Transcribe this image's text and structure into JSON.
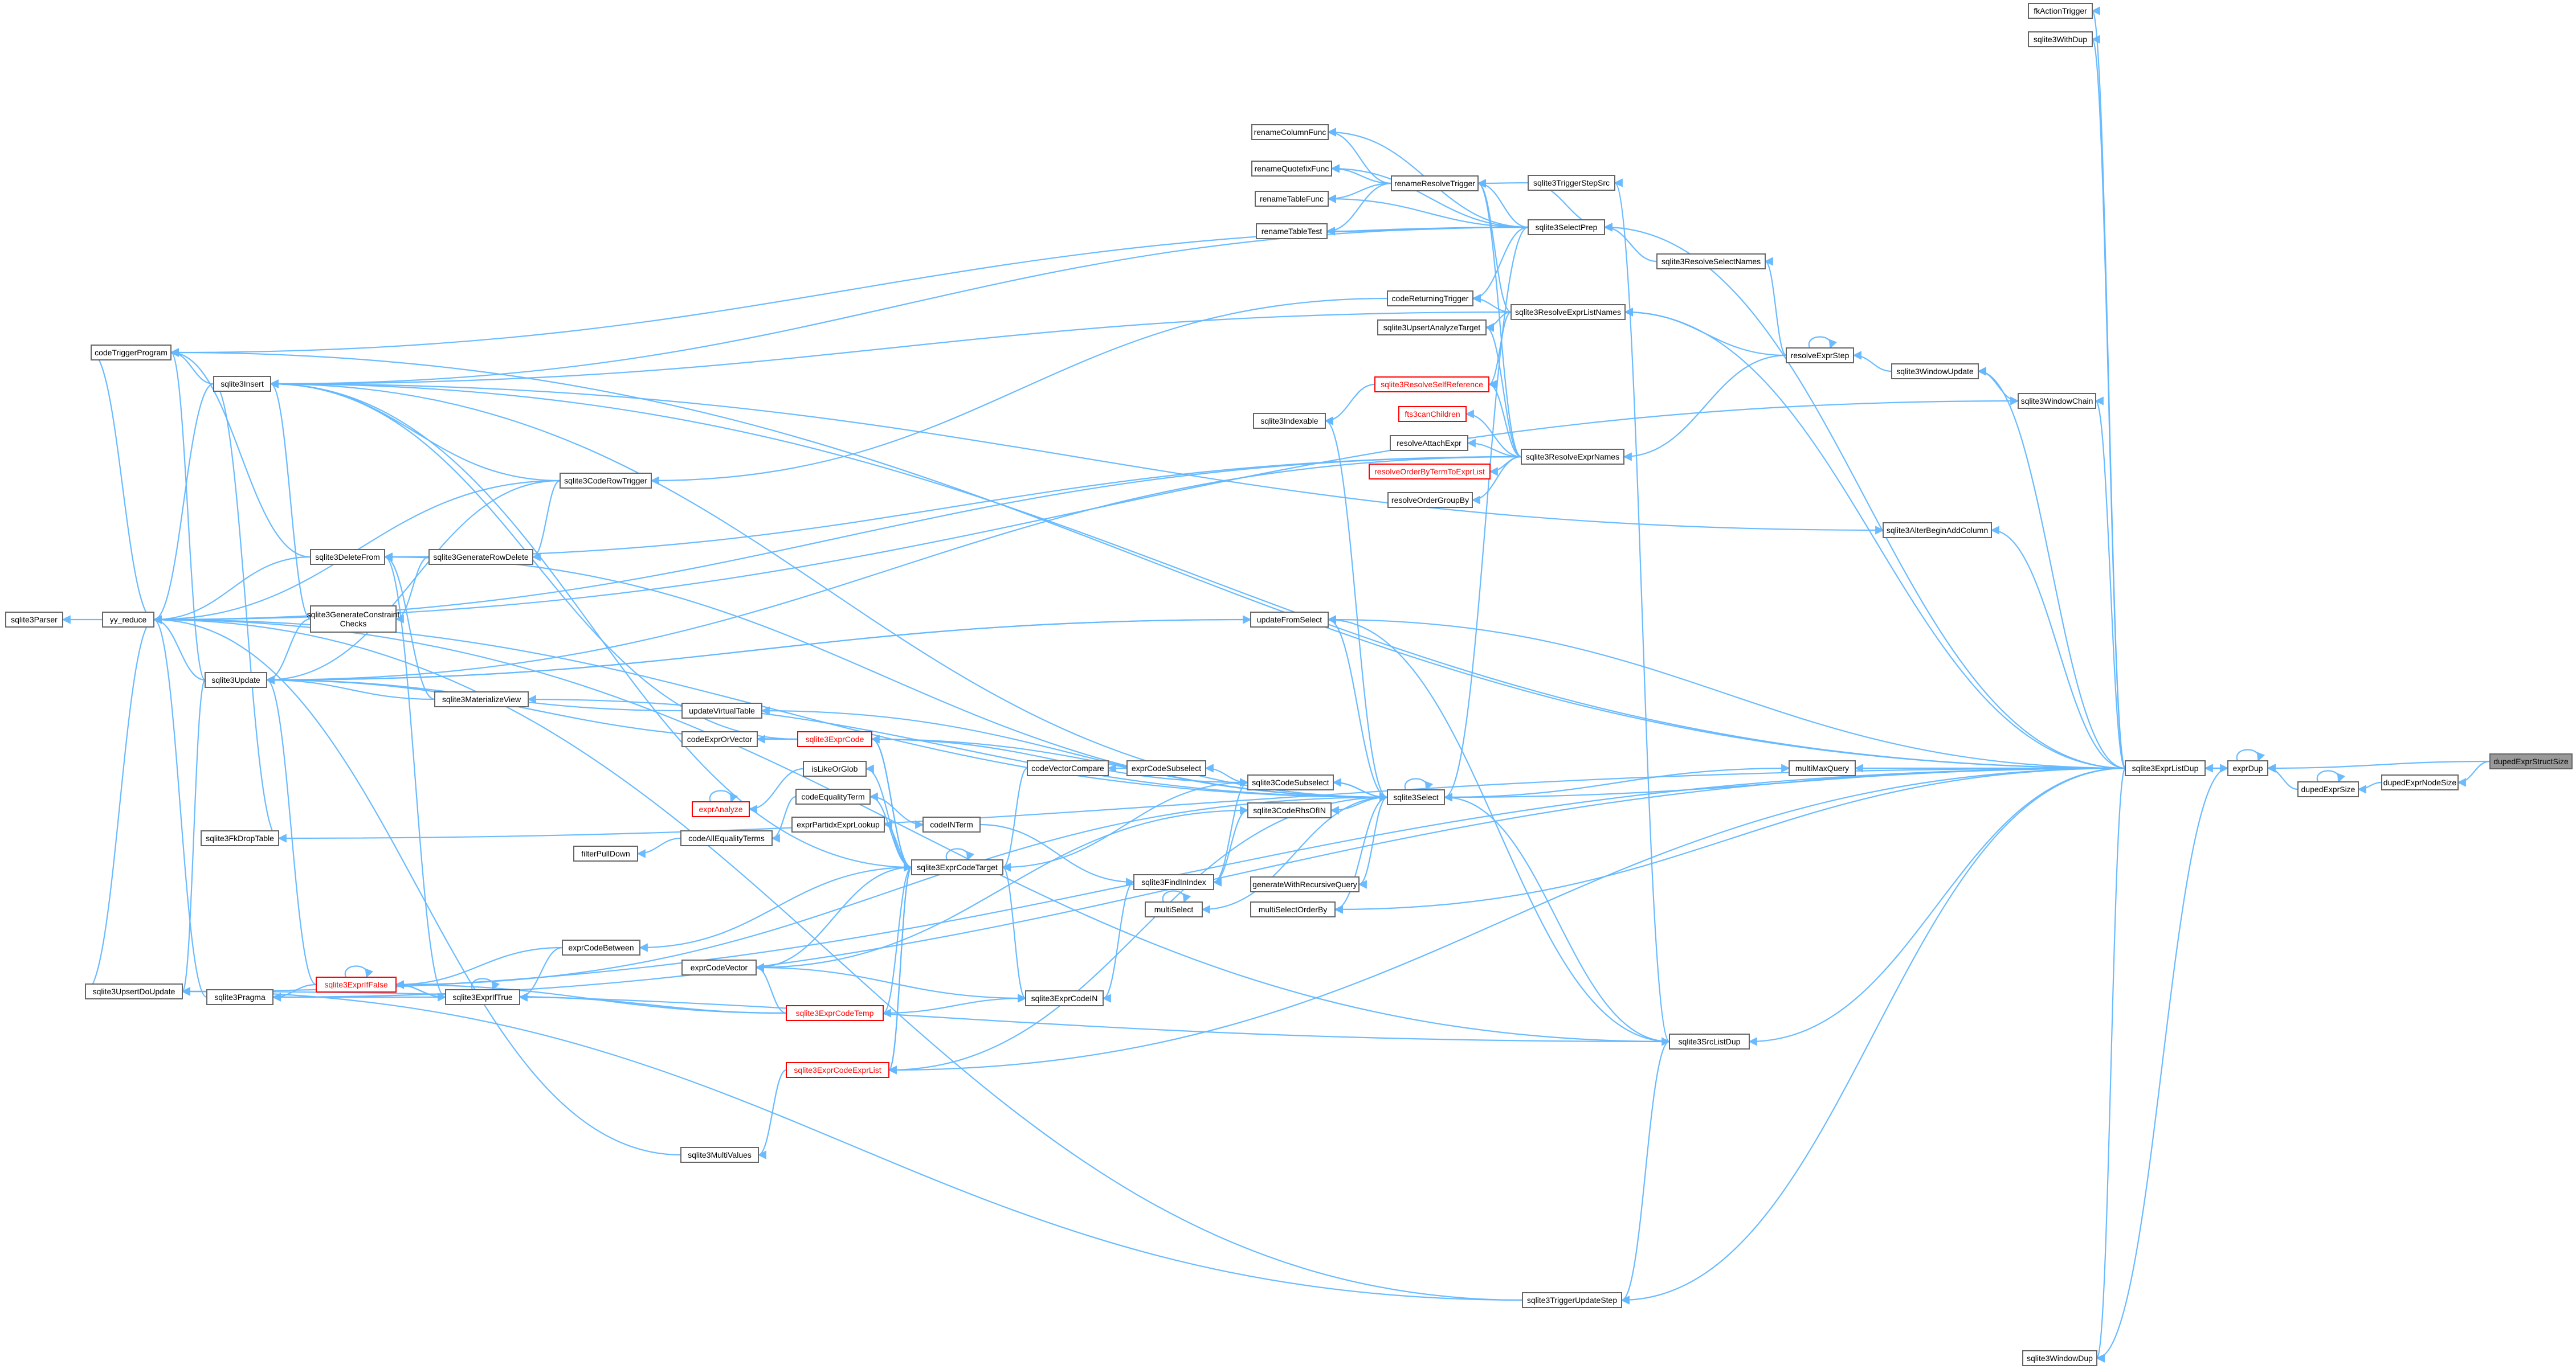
{
  "colors": {
    "edge": "#63b8ff",
    "node_border": "#666666",
    "highlight_border": "#ff0000",
    "highlight_text": "#ff0000",
    "root_fill": "#999999"
  },
  "nodes": [
    {
      "id": "dupedExprStructSize",
      "label": "dupedExprStructSize",
      "kind": "root"
    },
    {
      "id": "dupedExprNodeSize",
      "label": "dupedExprNodeSize"
    },
    {
      "id": "dupedExprSize",
      "label": "dupedExprSize"
    },
    {
      "id": "exprDup",
      "label": "exprDup"
    },
    {
      "id": "sqlite3ExprListDup",
      "label": "sqlite3ExprListDup"
    },
    {
      "id": "fkActionTrigger",
      "label": "fkActionTrigger"
    },
    {
      "id": "sqlite3WithDup",
      "label": "sqlite3WithDup"
    },
    {
      "id": "sqlite3WindowDup",
      "label": "sqlite3WindowDup"
    },
    {
      "id": "sqlite3TriggerStepSrc",
      "label": "sqlite3TriggerStepSrc"
    },
    {
      "id": "renameColumnFunc",
      "label": "renameColumnFunc"
    },
    {
      "id": "renameQuotefixFunc",
      "label": "renameQuotefixFunc"
    },
    {
      "id": "renameResolveTrigger",
      "label": "renameResolveTrigger"
    },
    {
      "id": "renameTableFunc",
      "label": "renameTableFunc"
    },
    {
      "id": "renameTableTest",
      "label": "renameTableTest"
    },
    {
      "id": "sqlite3SelectPrep",
      "label": "sqlite3SelectPrep"
    },
    {
      "id": "sqlite3ResolveSelectNames",
      "label": "sqlite3ResolveSelectNames"
    },
    {
      "id": "codeReturningTrigger",
      "label": "codeReturningTrigger"
    },
    {
      "id": "sqlite3ResolveExprListNames",
      "label": "sqlite3ResolveExprListNames"
    },
    {
      "id": "sqlite3UpsertAnalyzeTarget",
      "label": "sqlite3UpsertAnalyzeTarget"
    },
    {
      "id": "resolveExprStep",
      "label": "resolveExprStep"
    },
    {
      "id": "sqlite3WindowUpdate",
      "label": "sqlite3WindowUpdate"
    },
    {
      "id": "sqlite3WindowChain",
      "label": "sqlite3WindowChain"
    },
    {
      "id": "codeTriggerProgram",
      "label": "codeTriggerProgram"
    },
    {
      "id": "sqlite3Insert",
      "label": "sqlite3Insert"
    },
    {
      "id": "sqlite3ResolveSelfReference",
      "label": "sqlite3ResolveSelfReference",
      "kind": "highlight"
    },
    {
      "id": "sqlite3IndexedTable",
      "label": "sqlite3Indexable"
    },
    {
      "id": "fts5",
      "label": "fts3canChildren",
      "kind": "highlight"
    },
    {
      "id": "resolveAttachExpr",
      "label": "resolveAttachExpr"
    },
    {
      "id": "sqlite3ResolveExprNames",
      "label": "sqlite3ResolveExprNames"
    },
    {
      "id": "resolveOrderByTermToExprList",
      "label": "resolveOrderByTermToExprList",
      "kind": "highlight"
    },
    {
      "id": "resolveOrderGroupBy",
      "label": "resolveOrderGroupBy"
    },
    {
      "id": "sqlite3CodeRowTrigger",
      "label": "sqlite3CodeRowTrigger"
    },
    {
      "id": "sqlite3DeleteFrom",
      "label": "sqlite3DeleteFrom"
    },
    {
      "id": "sqlite3GenerateRowDelete",
      "label": "sqlite3GenerateRowDelete"
    },
    {
      "id": "sqlite3AlterBeginAddColumn",
      "label": "sqlite3AlterBeginAddColumn"
    },
    {
      "id": "sqlite3Parser",
      "label": "sqlite3Parser"
    },
    {
      "id": "yy_reduce",
      "label": "yy_reduce"
    },
    {
      "id": "sqlite3GenerateConstraintChecks",
      "label": "sqlite3GenerateConstraint\nChecks"
    },
    {
      "id": "updateFromSelect",
      "label": "updateFromSelect"
    },
    {
      "id": "sqlite3Update",
      "label": "sqlite3Update"
    },
    {
      "id": "sqlite3MaterializeView",
      "label": "sqlite3MaterializeView"
    },
    {
      "id": "updateVirtualTable",
      "label": "updateVirtualTable"
    },
    {
      "id": "codeExprOrVector",
      "label": "codeExprOrVector"
    },
    {
      "id": "sqlite3ExprCode",
      "label": "sqlite3ExprCode",
      "kind": "highlight"
    },
    {
      "id": "isLikeOrGlob",
      "label": "isLikeOrGlob"
    },
    {
      "id": "exprAnalyze",
      "label": "exprAnalyze",
      "kind": "highlight"
    },
    {
      "id": "codeVectorCompare",
      "label": "codeVectorCompare"
    },
    {
      "id": "exprCodeSubselect",
      "label": "exprCodeSubselect"
    },
    {
      "id": "sqlite3CodeSubselect",
      "label": "sqlite3CodeSubselect"
    },
    {
      "id": "multiMaxQuery",
      "label": "multiMaxQuery"
    },
    {
      "id": "sqlite3Select",
      "label": "sqlite3Select"
    },
    {
      "id": "codeEqualityTerm",
      "label": "codeEqualityTerm"
    },
    {
      "id": "sqlite3CodeRhsOfIN",
      "label": "sqlite3CodeRhsOfIN"
    },
    {
      "id": "codeAllEqualityTerms",
      "label": "codeAllEqualityTerms"
    },
    {
      "id": "exprPartidxExprLookup",
      "label": "exprPartidxExprLookup"
    },
    {
      "id": "codeINTerm",
      "label": "codeINTerm"
    },
    {
      "id": "filterPullDown",
      "label": "filterPullDown"
    },
    {
      "id": "sqlite3ExprCodeTarget",
      "label": "sqlite3ExprCodeTarget"
    },
    {
      "id": "sqlite3FkDropTable",
      "label": "sqlite3FkDropTable"
    },
    {
      "id": "sqlite3FindInIndex",
      "label": "sqlite3FindInIndex"
    },
    {
      "id": "generateWithRecursiveQuery",
      "label": "generateWithRecursiveQuery"
    },
    {
      "id": "multiSelect",
      "label": "multiSelect"
    },
    {
      "id": "multiSelectOrderBy",
      "label": "multiSelectOrderBy"
    },
    {
      "id": "exprCodeBetween",
      "label": "exprCodeBetween"
    },
    {
      "id": "sqlite3UpsertDoUpdate",
      "label": "sqlite3UpsertDoUpdate"
    },
    {
      "id": "sqlite3Pragma",
      "label": "sqlite3Pragma"
    },
    {
      "id": "sqlite3ExprIfFalse",
      "label": "sqlite3ExprIfFalse",
      "kind": "highlight"
    },
    {
      "id": "sqlite3ExprIfTrue",
      "label": "sqlite3ExprIfTrue"
    },
    {
      "id": "exprCodeVector",
      "label": "exprCodeVector"
    },
    {
      "id": "sqlite3ExprCodeIN",
      "label": "sqlite3ExprCodeIN"
    },
    {
      "id": "sqlite3ExprCodeTemp",
      "label": "sqlite3ExprCodeTemp",
      "kind": "highlight"
    },
    {
      "id": "sqlite3SrcListDup",
      "label": "sqlite3SrcListDup"
    },
    {
      "id": "sqlite3ExprCodeExprList",
      "label": "sqlite3ExprCodeExprList",
      "kind": "highlight"
    },
    {
      "id": "sqlite3MultiValues",
      "label": "sqlite3MultiValues"
    },
    {
      "id": "sqlite3TriggerUpdateStep",
      "label": "sqlite3TriggerUpdateStep"
    }
  ],
  "edges": [
    [
      "dupedExprNodeSize",
      "dupedExprStructSize"
    ],
    [
      "exprDup",
      "dupedExprStructSize"
    ],
    [
      "dupedExprSize",
      "dupedExprNodeSize"
    ],
    [
      "dupedExprSize",
      "dupedExprSize"
    ],
    [
      "exprDup",
      "dupedExprSize"
    ],
    [
      "exprDup",
      "exprDup"
    ],
    [
      "sqlite3ExprListDup",
      "exprDup"
    ],
    [
      "sqlite3WindowDup",
      "exprDup"
    ],
    [
      "exprDup",
      "sqlite3ExprListDup"
    ],
    [
      "fkActionTrigger",
      "sqlite3ExprListDup"
    ],
    [
      "sqlite3WithDup",
      "sqlite3ExprListDup"
    ],
    [
      "sqlite3WindowDup",
      "sqlite3ExprListDup"
    ],
    [
      "codeTriggerProgram",
      "sqlite3ExprListDup"
    ],
    [
      "sqlite3SelectPrep",
      "sqlite3ExprListDup"
    ],
    [
      "sqlite3ResolveExprListNames",
      "sqlite3ExprListDup"
    ],
    [
      "sqlite3WindowUpdate",
      "sqlite3ExprListDup"
    ],
    [
      "sqlite3WindowChain",
      "sqlite3ExprListDup"
    ],
    [
      "sqlite3Insert",
      "sqlite3ExprListDup"
    ],
    [
      "sqlite3AlterBeginAddColumn",
      "sqlite3ExprListDup"
    ],
    [
      "updateFromSelect",
      "sqlite3ExprListDup"
    ],
    [
      "multiMaxQuery",
      "sqlite3ExprListDup"
    ],
    [
      "sqlite3Select",
      "sqlite3ExprListDup"
    ],
    [
      "multiSelectOrderBy",
      "sqlite3ExprListDup"
    ],
    [
      "sqlite3SrcListDup",
      "sqlite3ExprListDup"
    ],
    [
      "sqlite3ExprCodeExprList",
      "sqlite3ExprListDup"
    ],
    [
      "sqlite3TriggerUpdateStep",
      "sqlite3ExprListDup"
    ],
    [
      "sqlite3UpsertDoUpdate",
      "sqlite3ExprListDup"
    ],
    [
      "sqlite3Pragma",
      "sqlite3ExprListDup"
    ],
    [
      "sqlite3FkDropTable",
      "sqlite3ExprListDup"
    ],
    [
      "sqlite3TriggerStepSrc",
      "sqlite3SelectPrep"
    ],
    [
      "renameColumnFunc",
      "renameResolveTrigger"
    ],
    [
      "renameQuotefixFunc",
      "renameResolveTrigger"
    ],
    [
      "renameTableFunc",
      "renameResolveTrigger"
    ],
    [
      "renameTableTest",
      "renameResolveTrigger"
    ],
    [
      "renameResolveTrigger",
      "sqlite3TriggerStepSrc"
    ],
    [
      "renameResolveTrigger",
      "sqlite3SelectPrep"
    ],
    [
      "renameResolveTrigger",
      "sqlite3ResolveExprListNames"
    ],
    [
      "renameResolveTrigger",
      "sqlite3ResolveExprNames"
    ],
    [
      "renameColumnFunc",
      "sqlite3SelectPrep"
    ],
    [
      "renameQuotefixFunc",
      "sqlite3SelectPrep"
    ],
    [
      "renameTableFunc",
      "sqlite3SelectPrep"
    ],
    [
      "renameTableTest",
      "sqlite3SelectPrep"
    ],
    [
      "sqlite3SelectPrep",
      "sqlite3ResolveSelectNames"
    ],
    [
      "sqlite3ResolveSelectNames",
      "resolveExprStep"
    ],
    [
      "resolveExprStep",
      "resolveExprStep"
    ],
    [
      "sqlite3ResolveExprListNames",
      "resolveExprStep"
    ],
    [
      "sqlite3ResolveExprNames",
      "resolveExprStep"
    ],
    [
      "resolveExprStep",
      "sqlite3WindowUpdate"
    ],
    [
      "sqlite3WindowUpdate",
      "sqlite3WindowChain"
    ],
    [
      "codeReturningTrigger",
      "sqlite3ResolveExprListNames"
    ],
    [
      "sqlite3UpsertAnalyzeTarget",
      "sqlite3ResolveExprListNames"
    ],
    [
      "sqlite3Insert",
      "sqlite3ResolveExprListNames"
    ],
    [
      "sqlite3ResolveSelfReference",
      "sqlite3ResolveExprListNames"
    ],
    [
      "sqlite3ResolveSelfReference",
      "sqlite3ResolveExprNames"
    ],
    [
      "fts5",
      "sqlite3ResolveExprNames"
    ],
    [
      "resolveAttachExpr",
      "sqlite3ResolveExprNames"
    ],
    [
      "resolveOrderByTermToExprList",
      "sqlite3ResolveExprNames"
    ],
    [
      "resolveOrderGroupBy",
      "sqlite3ResolveExprNames"
    ],
    [
      "sqlite3UpsertAnalyzeTarget",
      "sqlite3ResolveExprNames"
    ],
    [
      "sqlite3Update",
      "sqlite3ResolveExprNames"
    ],
    [
      "sqlite3DeleteFrom",
      "sqlite3ResolveExprNames"
    ],
    [
      "yy_reduce",
      "sqlite3ResolveExprNames"
    ],
    [
      "sqlite3IndexedTable",
      "sqlite3ResolveSelfReference"
    ],
    [
      "codeTriggerProgram",
      "sqlite3SelectPrep"
    ],
    [
      "codeReturningTrigger",
      "sqlite3SelectPrep"
    ],
    [
      "sqlite3Select",
      "sqlite3SelectPrep"
    ],
    [
      "sqlite3Insert",
      "sqlite3SelectPrep"
    ],
    [
      "sqlite3CodeRowTrigger",
      "codeReturningTrigger"
    ],
    [
      "sqlite3Insert",
      "sqlite3CodeRowTrigger"
    ],
    [
      "sqlite3Update",
      "sqlite3CodeRowTrigger"
    ],
    [
      "yy_reduce",
      "sqlite3CodeRowTrigger"
    ],
    [
      "sqlite3GenerateRowDelete",
      "sqlite3CodeRowTrigger"
    ],
    [
      "sqlite3DeleteFrom",
      "sqlite3GenerateRowDelete"
    ],
    [
      "sqlite3GenerateConstraintChecks",
      "sqlite3GenerateRowDelete"
    ],
    [
      "codeTriggerProgram",
      "sqlite3Insert"
    ],
    [
      "codeTriggerProgram",
      "sqlite3DeleteFrom"
    ],
    [
      "codeTriggerProgram",
      "sqlite3Update"
    ],
    [
      "yy_reduce",
      "codeTriggerProgram"
    ],
    [
      "sqlite3Parser",
      "yy_reduce"
    ],
    [
      "yy_reduce",
      "sqlite3Insert"
    ],
    [
      "yy_reduce",
      "sqlite3DeleteFrom"
    ],
    [
      "yy_reduce",
      "sqlite3Update"
    ],
    [
      "sqlite3Insert",
      "sqlite3GenerateConstraintChecks"
    ],
    [
      "sqlite3Update",
      "sqlite3GenerateConstraintChecks"
    ],
    [
      "sqlite3UpsertDoUpdate",
      "sqlite3Update"
    ],
    [
      "sqlite3DeleteFrom",
      "sqlite3MaterializeView"
    ],
    [
      "sqlite3Update",
      "sqlite3MaterializeView"
    ],
    [
      "sqlite3MaterializeView",
      "sqlite3Select"
    ],
    [
      "sqlite3Update",
      "updateVirtualTable"
    ],
    [
      "updateVirtualTable",
      "sqlite3Select"
    ],
    [
      "sqlite3Update",
      "updateFromSelect"
    ],
    [
      "updateFromSelect",
      "sqlite3Select"
    ],
    [
      "sqlite3Update",
      "sqlite3ExprCode"
    ],
    [
      "codeExprOrVector",
      "sqlite3ExprCode"
    ],
    [
      "sqlite3ExprCode",
      "sqlite3ExprCodeTarget"
    ],
    [
      "sqlite3ExprCodeTarget",
      "sqlite3ExprCode"
    ],
    [
      "sqlite3Insert",
      "sqlite3ExprCode"
    ],
    [
      "codeEqualityTerm",
      "sqlite3ExprCodeTarget"
    ],
    [
      "exprPartidxExprLookup",
      "sqlite3ExprCodeTarget"
    ],
    [
      "isLikeOrGlob",
      "sqlite3ExprCodeTarget"
    ],
    [
      "exprAnalyze",
      "isLikeOrGlob"
    ],
    [
      "exprAnalyze",
      "exprAnalyze"
    ],
    [
      "codeAllEqualityTerms",
      "codeEqualityTerm"
    ],
    [
      "filterPullDown",
      "codeAllEqualityTerms"
    ],
    [
      "codeINTerm",
      "codeEqualityTerm"
    ],
    [
      "sqlite3FindInIndex",
      "codeINTerm"
    ],
    [
      "sqlite3ExprCodeTarget",
      "sqlite3ExprCodeTarget"
    ],
    [
      "sqlite3ExprCodeTarget",
      "codeVectorCompare"
    ],
    [
      "codeVectorCompare",
      "exprCodeSubselect"
    ],
    [
      "exprCodeSubselect",
      "sqlite3CodeSubselect"
    ],
    [
      "sqlite3CodeSubselect",
      "sqlite3Select"
    ],
    [
      "sqlite3CodeRhsOfIN",
      "sqlite3Select"
    ],
    [
      "multiMaxQuery",
      "sqlite3Select"
    ],
    [
      "sqlite3Select",
      "sqlite3Select"
    ],
    [
      "generateWithRecursiveQuery",
      "sqlite3Select"
    ],
    [
      "multiSelect",
      "sqlite3Select"
    ],
    [
      "multiSelectOrderBy",
      "sqlite3Select"
    ],
    [
      "sqlite3FindInIndex",
      "sqlite3CodeRhsOfIN"
    ],
    [
      "sqlite3FindInIndex",
      "sqlite3CodeSubselect"
    ],
    [
      "sqlite3ExprCodeIN",
      "sqlite3FindInIndex"
    ],
    [
      "sqlite3ExprCodeTarget",
      "sqlite3ExprCodeIN"
    ],
    [
      "exprCodeVector",
      "sqlite3ExprCodeTarget"
    ],
    [
      "sqlite3ExprCodeIN",
      "exprCodeVector"
    ],
    [
      "exprCodeBetween",
      "sqlite3ExprCodeTarget"
    ],
    [
      "sqlite3ExprIfTrue",
      "exprCodeBetween"
    ],
    [
      "sqlite3ExprIfFalse",
      "exprCodeBetween"
    ],
    [
      "sqlite3ExprIfTrue",
      "sqlite3ExprIfTrue"
    ],
    [
      "sqlite3ExprIfFalse",
      "sqlite3ExprIfFalse"
    ],
    [
      "sqlite3ExprIfTrue",
      "sqlite3ExprIfFalse"
    ],
    [
      "sqlite3ExprIfFalse",
      "sqlite3ExprIfTrue"
    ],
    [
      "sqlite3ExprCodeTemp",
      "sqlite3ExprCodeTarget"
    ],
    [
      "sqlite3ExprIfTrue",
      "sqlite3ExprCodeTemp"
    ],
    [
      "sqlite3ExprIfFalse",
      "sqlite3ExprCodeTemp"
    ],
    [
      "exprCodeVector",
      "sqlite3ExprCodeTemp"
    ],
    [
      "sqlite3ExprCodeIN",
      "sqlite3ExprCodeTemp"
    ],
    [
      "sqlite3ExprCodeExprList",
      "sqlite3ExprCodeTarget"
    ],
    [
      "sqlite3ExprCodeTarget",
      "sqlite3ExprCodeExprList"
    ],
    [
      "sqlite3MultiValues",
      "sqlite3ExprCodeExprList"
    ],
    [
      "sqlite3Select",
      "sqlite3ExprCodeExprList"
    ],
    [
      "sqlite3Pragma",
      "sqlite3ExprIfTrue"
    ],
    [
      "sqlite3Pragma",
      "sqlite3ExprIfFalse"
    ],
    [
      "sqlite3Update",
      "sqlite3ExprIfFalse"
    ],
    [
      "sqlite3DeleteFrom",
      "sqlite3ExprIfTrue"
    ],
    [
      "sqlite3Select",
      "sqlite3ExprIfFalse"
    ],
    [
      "yy_reduce",
      "sqlite3UpsertDoUpdate"
    ],
    [
      "yy_reduce",
      "sqlite3Pragma"
    ],
    [
      "yy_reduce",
      "sqlite3MultiValues"
    ],
    [
      "sqlite3FkDropTable",
      "sqlite3Insert"
    ],
    [
      "sqlite3SrcListDup",
      "sqlite3Select"
    ],
    [
      "sqlite3TriggerStepSrc",
      "sqlite3SrcListDup"
    ],
    [
      "updateFromSelect",
      "sqlite3SrcListDup"
    ],
    [
      "sqlite3TriggerUpdateStep",
      "sqlite3SrcListDup"
    ],
    [
      "sqlite3UpsertDoUpdate",
      "sqlite3SrcListDup"
    ],
    [
      "yy_reduce",
      "sqlite3SrcListDup"
    ],
    [
      "sqlite3AlterBeginAddColumn",
      "sqlite3Insert"
    ],
    [
      "sqlite3IndexedTable",
      "sqlite3Select"
    ],
    [
      "sqlite3Insert",
      "sqlite3Select"
    ],
    [
      "sqlite3UpsertDoUpdate",
      "sqlite3TriggerUpdateStep"
    ],
    [
      "yy_reduce",
      "sqlite3TriggerUpdateStep"
    ],
    [
      "sqlite3WindowChain",
      "yy_reduce"
    ],
    [
      "sqlite3Select",
      "sqlite3CodeSubselect"
    ],
    [
      "sqlite3Select",
      "sqlite3ExprCode"
    ],
    [
      "sqlite3CodeSubselect",
      "sqlite3ExprCodeTarget"
    ],
    [
      "sqlite3CodeRhsOfIN",
      "exprCodeVector"
    ],
    [
      "sqlite3CodeSubselect",
      "sqlite3ExprCode"
    ],
    [
      "sqlite3Insert",
      "sqlite3ExprCodeTarget"
    ],
    [
      "sqlite3Select",
      "yy_reduce"
    ],
    [
      "sqlite3Select",
      "sqlite3DeleteFrom"
    ],
    [
      "updateFromSelect",
      "sqlite3Update"
    ],
    [
      "multiSelect",
      "multiSelect"
    ]
  ]
}
